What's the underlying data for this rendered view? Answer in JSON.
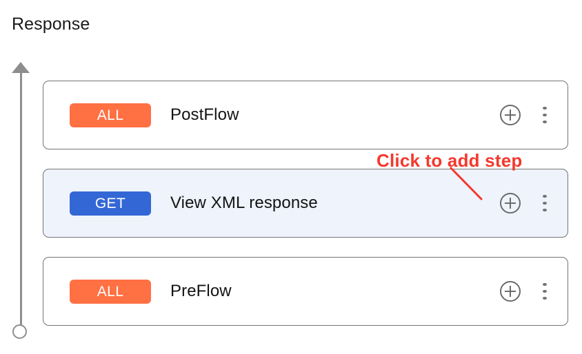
{
  "page_title": "Response",
  "colors": {
    "badge_all": "#ff7043",
    "badge_get": "#3367d6",
    "callout_red": "#f4382c",
    "selected_row_bg": "#eef3fc",
    "card_border": "#747474",
    "axis_gray": "#8e8e8e",
    "icon_gray": "#6b6b6b"
  },
  "flow_axis": {
    "arrow_icon": "up-arrow-icon",
    "endpoint_icon": "circle-endpoint-icon"
  },
  "steps": [
    {
      "badge": "ALL",
      "badge_type": "all",
      "label": "PostFlow",
      "selected": false,
      "add_icon": "plus-circle-icon",
      "menu_icon": "more-vertical-icon"
    },
    {
      "badge": "GET",
      "badge_type": "get",
      "label": "View XML response",
      "selected": true,
      "add_icon": "plus-circle-icon",
      "menu_icon": "more-vertical-icon"
    },
    {
      "badge": "ALL",
      "badge_type": "all",
      "label": "PreFlow",
      "selected": false,
      "add_icon": "plus-circle-icon",
      "menu_icon": "more-vertical-icon"
    }
  ],
  "callout": {
    "text": "Click to add step"
  }
}
